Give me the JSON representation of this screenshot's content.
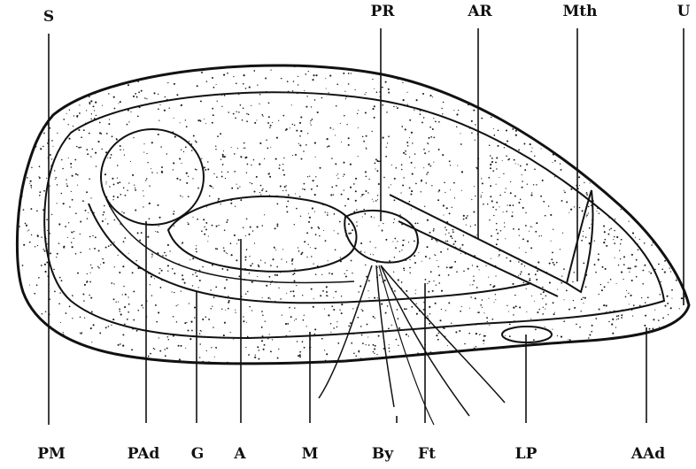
{
  "labels": {
    "S": "S",
    "PR": "PR",
    "AR": "AR",
    "Mth": "Mth",
    "U": "U",
    "PM": "PM",
    "PAd": "PAd",
    "G": "G",
    "A": "A",
    "M": "M",
    "By": "By",
    "Ft": "Ft",
    "LP": "LP",
    "AAd": "AAd"
  }
}
